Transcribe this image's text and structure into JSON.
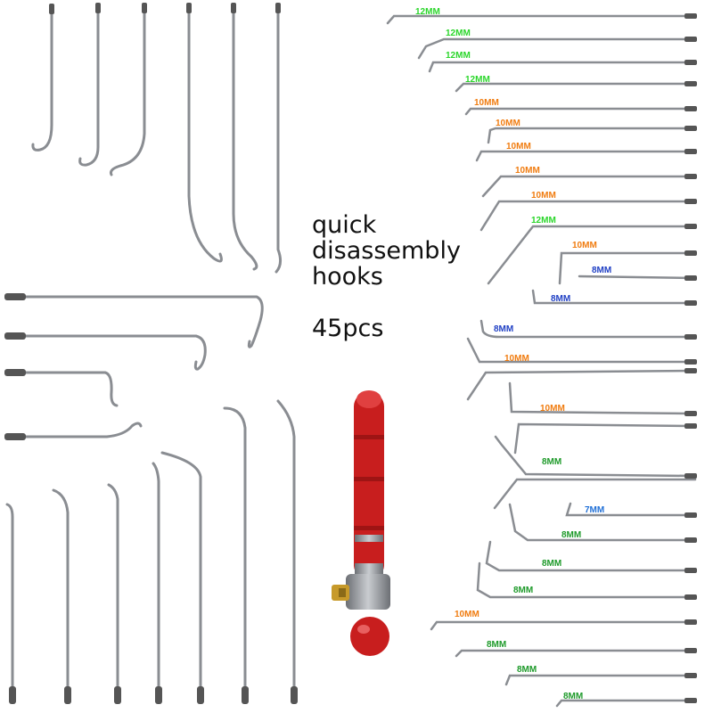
{
  "headline_lines": [
    "quick",
    "disassembly",
    "hooks"
  ],
  "piece_count": "45pcs",
  "colors": {
    "12MM": "#2bd62b",
    "10MM": "#f07c10",
    "8MM_blue": "#1f3fc4",
    "8MM_green": "#1e9a2a",
    "7MM": "#1f6fd6",
    "handle_red": "#c81e1e",
    "steel": "#8a8d92"
  },
  "size_labels": [
    {
      "text": "12MM",
      "color_key": "12MM"
    },
    {
      "text": "12MM",
      "color_key": "12MM"
    },
    {
      "text": "12MM",
      "color_key": "12MM"
    },
    {
      "text": "12MM",
      "color_key": "12MM"
    },
    {
      "text": "10MM",
      "color_key": "10MM"
    },
    {
      "text": "10MM",
      "color_key": "10MM"
    },
    {
      "text": "10MM",
      "color_key": "10MM"
    },
    {
      "text": "10MM",
      "color_key": "10MM"
    },
    {
      "text": "10MM",
      "color_key": "10MM"
    },
    {
      "text": "12MM",
      "color_key": "12MM"
    },
    {
      "text": "10MM",
      "color_key": "10MM"
    },
    {
      "text": "8MM",
      "color_key": "8MM_blue"
    },
    {
      "text": "8MM",
      "color_key": "8MM_blue"
    },
    {
      "text": "8MM",
      "color_key": "8MM_blue"
    },
    {
      "text": "10MM",
      "color_key": "10MM"
    },
    {
      "text": "10MM",
      "color_key": "10MM"
    },
    {
      "text": "8MM",
      "color_key": "8MM_green"
    },
    {
      "text": "7MM",
      "color_key": "7MM"
    },
    {
      "text": "8MM",
      "color_key": "8MM_green"
    },
    {
      "text": "8MM",
      "color_key": "8MM_green"
    },
    {
      "text": "8MM",
      "color_key": "8MM_green"
    },
    {
      "text": "10MM",
      "color_key": "10MM"
    },
    {
      "text": "8MM",
      "color_key": "8MM_green"
    },
    {
      "text": "8MM",
      "color_key": "8MM_green"
    },
    {
      "text": "8MM",
      "color_key": "8MM_green"
    }
  ]
}
